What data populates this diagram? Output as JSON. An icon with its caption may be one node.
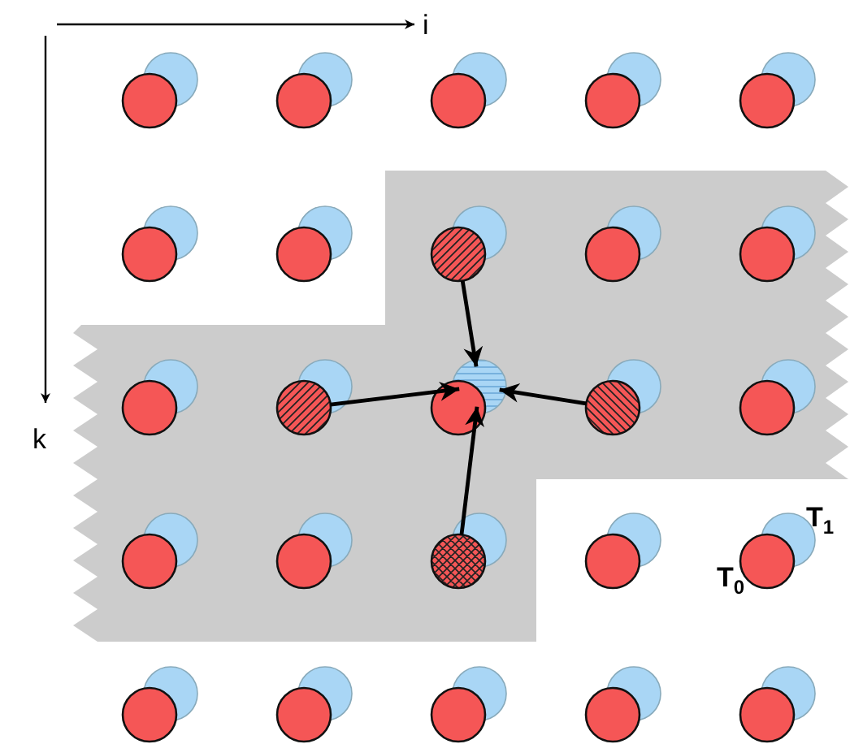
{
  "diagram": {
    "nodes": [
      {
        "text": [],
        "shape": "circle"
      },
      {
        "text": [],
        "shape": "circle"
      },
      {
        "text": [],
        "shape": "circle"
      },
      {
        "text": [],
        "shape": "circle"
      },
      {
        "text": [],
        "shape": "circle"
      }
    ],
    "edges": [
      {
        "from": 0,
        "to": 2,
        "arrow": "to"
      },
      {
        "from": 1,
        "to": 2,
        "arrow": "to"
      },
      {
        "from": 3,
        "to": 2,
        "arrow": "to"
      },
      {
        "from": 4,
        "to": 2,
        "arrow": "to"
      }
    ],
    "labels": [
      "i",
      "k",
      "T$_{1}$",
      "T$_{0}$"
    ]
  }
}
